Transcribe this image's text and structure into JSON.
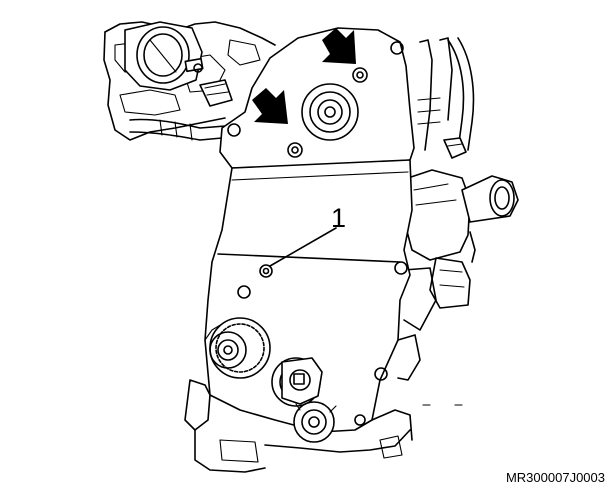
{
  "diagram": {
    "callouts": [
      {
        "label": "1",
        "target": "timing-cover-bolt"
      }
    ],
    "arrows": [
      {
        "target": "upper-timing-cover-bolt-right",
        "icon": "arrow-down-left-icon"
      },
      {
        "target": "upper-timing-cover-bolt-left",
        "icon": "arrow-down-right-icon"
      }
    ],
    "reference_code": "MR300007J0003"
  }
}
